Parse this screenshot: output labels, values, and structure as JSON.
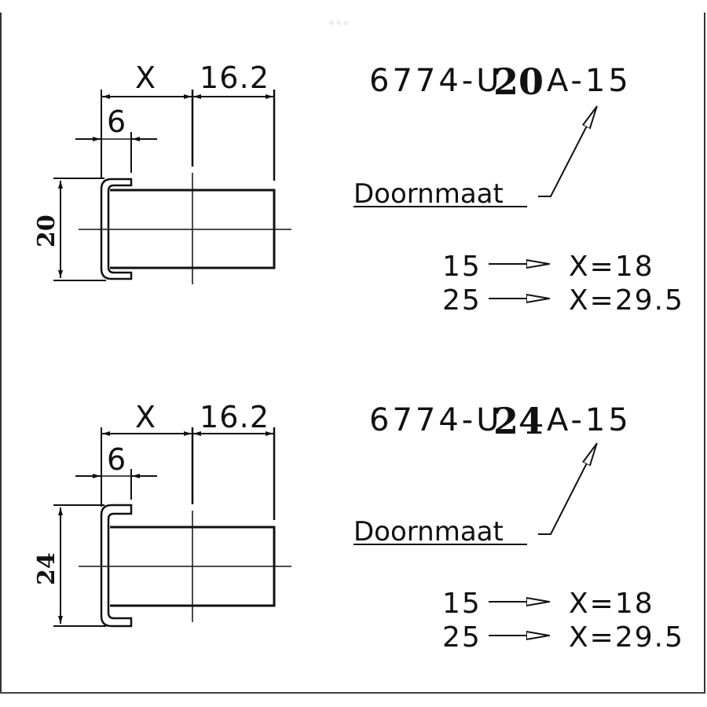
{
  "drawings": [
    {
      "height_dim": "20",
      "dim_x": "X",
      "dim_162": "16.2",
      "dim_6": "6",
      "code_prefix": "6774-U",
      "code_size": "20",
      "code_suffix": "A-15",
      "label": "Doornmaat",
      "map": [
        {
          "from": "15",
          "to": "X=18"
        },
        {
          "from": "25",
          "to": "X=29.5"
        }
      ]
    },
    {
      "height_dim": "24",
      "dim_x": "X",
      "dim_162": "16.2",
      "dim_6": "6",
      "code_prefix": "6774-U",
      "code_size": "24",
      "code_suffix": "A-15",
      "label": "Doornmaat",
      "map": [
        {
          "from": "15",
          "to": "X=18"
        },
        {
          "from": "25",
          "to": "X=29.5"
        }
      ]
    }
  ]
}
